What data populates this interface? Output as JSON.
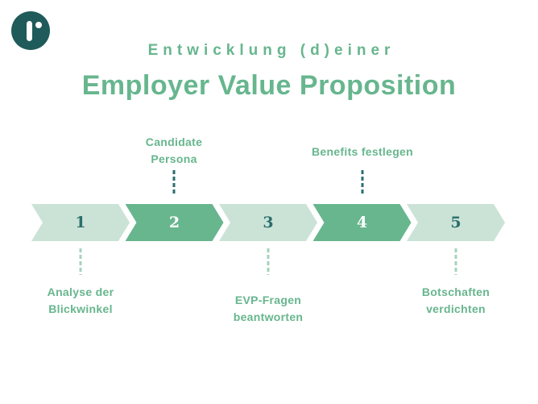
{
  "logo": {
    "name": "r-dot-logo",
    "background": "#1f5b5a"
  },
  "header": {
    "subtitle": "Entwicklung (d)einer",
    "title": "Employer Value Proposition"
  },
  "colors": {
    "logo_bg": "#1f5b5a",
    "teal_dark": "#2b6f6e",
    "green_mid": "#67b68e",
    "green_light": "#cbe3d6",
    "connector_light": "#a7d2bd",
    "background": "#ffffff",
    "number_on_dark": "#ffffff"
  },
  "steps": [
    {
      "number": "1",
      "variant": "light",
      "label": "Analyse der\nBlickwinkel",
      "label_position": "below"
    },
    {
      "number": "2",
      "variant": "dark",
      "label": "Candidate\nPersona",
      "label_position": "above"
    },
    {
      "number": "3",
      "variant": "light",
      "label": "EVP-Fragen\nbeantworten",
      "label_position": "below"
    },
    {
      "number": "4",
      "variant": "dark",
      "label": "Benefits festlegen",
      "label_position": "above"
    },
    {
      "number": "5",
      "variant": "light",
      "label": "Botschaften\nverdichten",
      "label_position": "below"
    }
  ]
}
